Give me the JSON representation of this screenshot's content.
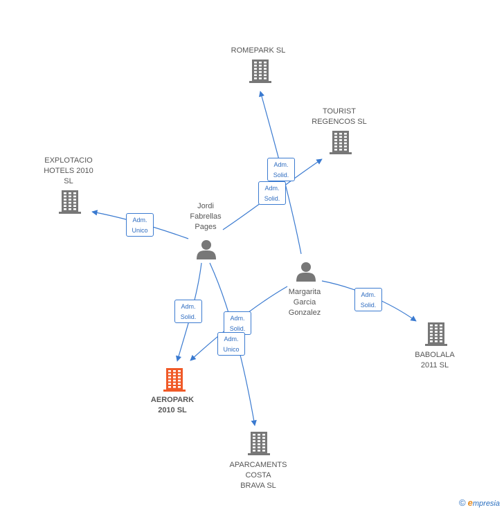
{
  "colors": {
    "edge": "#3a7ad0",
    "building": "#777777",
    "building_main": "#f05a28",
    "person": "#777777"
  },
  "companies": [
    {
      "id": "romepark",
      "label": "ROMEPARK  SL",
      "main": false
    },
    {
      "id": "tourist",
      "label": "TOURIST\nREGENCOS SL",
      "main": false
    },
    {
      "id": "explotacio",
      "label": "EXPLOTACIO\nHOTELS 2010\nSL",
      "main": false
    },
    {
      "id": "aeropark",
      "label": "AEROPARK\n2010 SL",
      "main": true
    },
    {
      "id": "aparcaments",
      "label": "APARCAMENTS\nCOSTA\nBRAVA SL",
      "main": false
    },
    {
      "id": "babolala",
      "label": "BABOLALA\n2011 SL",
      "main": false
    }
  ],
  "persons": [
    {
      "id": "jordi",
      "label": "Jordi\nFabrellas\nPages"
    },
    {
      "id": "margarita",
      "label": "Margarita\nGarcia\nGonzalez"
    }
  ],
  "edges": [
    {
      "from": "jordi",
      "to": "explotacio",
      "label": "Adm.\nUnico"
    },
    {
      "from": "jordi",
      "to": "tourist",
      "label": "Adm.\nSolid."
    },
    {
      "from": "jordi",
      "to": "aeropark",
      "label": "Adm.\nSolid."
    },
    {
      "from": "jordi",
      "to": "aparcaments",
      "label": "Adm.\nSolid."
    },
    {
      "from": "margarita",
      "to": "romepark",
      "label": "Adm.\nSolid."
    },
    {
      "from": "margarita",
      "to": "aeropark",
      "label": "Adm.\nUnico"
    },
    {
      "from": "margarita",
      "to": "babolala",
      "label": "Adm.\nSolid."
    }
  ],
  "footer": {
    "copyright_symbol": "©",
    "brand_initial": "e",
    "brand_rest": "mpresia"
  }
}
